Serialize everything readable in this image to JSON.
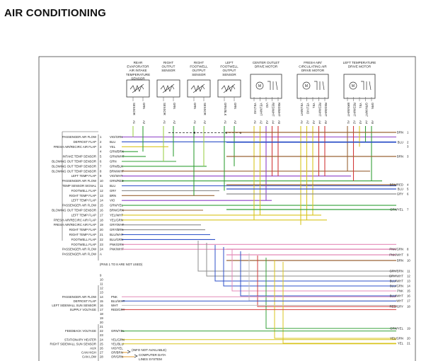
{
  "page": {
    "title": "AIR CONDITIONING"
  },
  "colors": {
    "ORN": "#e39a2d",
    "BLU": "#2f52c8",
    "YEL": "#d9c51f",
    "GRN": "#34a03a",
    "PNK": "#e48bb8",
    "VIO": "#8c40c8",
    "WHT": "#bfbfbf",
    "RED": "#d23a3a",
    "BRN": "#9a6436",
    "GRY": "#8c8c8c",
    "BLK": "#222222",
    "LTGRN": "#9ed24f"
  },
  "components": [
    {
      "id": "rear_evap",
      "label": [
        "REAR",
        "EVAPORATOR",
        "AIR INTAKE",
        "TEMPERATURE",
        "SENSOR"
      ],
      "type": "sensor"
    },
    {
      "id": "right_out",
      "label": [
        "RIGHT",
        "OUTPUT",
        "SENSOR"
      ],
      "type": "sensor"
    },
    {
      "id": "right_foot",
      "label": [
        "RIGHT",
        "FOOTWELL",
        "OUTPUT",
        "SENSOR"
      ],
      "type": "sensor"
    },
    {
      "id": "left_foot",
      "label": [
        "LEFT",
        "FOOTWELL",
        "OUTPUT",
        "SENSOR"
      ],
      "type": "sensor"
    },
    {
      "id": "center_motor",
      "label": [
        "CENTER OUTLET",
        "DRIVE MOTOR"
      ],
      "type": "motor"
    },
    {
      "id": "fresh_motor",
      "label": [
        "FRESH AIR/",
        "CIRCULATING AIR",
        "DRIVE MOTOR"
      ],
      "type": "motor"
    },
    {
      "id": "left_temp_motor",
      "label": [
        "LEFT TEMPERATURE",
        "DRIVE MOTOR"
      ],
      "type": "motor"
    }
  ],
  "pin_labels": [
    {
      "text": "SENSOR",
      "pin": "A1"
    },
    {
      "text": "GRN",
      "pin": "A2"
    },
    {
      "text": "SENSOR",
      "pin": "A1"
    },
    {
      "text": "GRN",
      "pin": "A2"
    },
    {
      "text": "GRN",
      "pin": "A1"
    },
    {
      "text": "SENSOR",
      "pin": "A2"
    },
    {
      "text": "GRN/BLK",
      "pin": "A1"
    },
    {
      "text": "GRN",
      "pin": "A2"
    },
    {
      "text": "YEL/VIO",
      "pin": "A1"
    },
    {
      "text": "YEL/WHT",
      "pin": "A2"
    },
    {
      "text": "VIO",
      "pin": "A3"
    },
    {
      "text": "RED/WHT",
      "pin": "A4"
    },
    {
      "text": "RED/WHT",
      "pin": "A5"
    },
    {
      "text": "YEL/WHT",
      "pin": "A1"
    },
    {
      "text": "YEL/VIO",
      "pin": "A2"
    },
    {
      "text": "YEL",
      "pin": "A3"
    },
    {
      "text": "RED/WHT",
      "pin": "A4"
    },
    {
      "text": "RED/WHT",
      "pin": "A5"
    },
    {
      "text": "BRN/WHT",
      "pin": "A1"
    },
    {
      "text": "RED/WHT",
      "pin": "A2"
    },
    {
      "text": "YEL",
      "pin": "A3"
    },
    {
      "text": "GRN/WHT",
      "pin": "A4"
    },
    {
      "text": "GRN",
      "pin": "A5"
    }
  ],
  "left_rows": [
    {
      "label": "PASSENGER AIR FLOW",
      "pin": "1",
      "wire": "VIO/GRN",
      "color": "VIO"
    },
    {
      "label": "DEFROST FLAP",
      "pin": "2",
      "wire": "BLU",
      "color": "BLU"
    },
    {
      "label": "FRESH AIR/RECIRC AIR FLAP",
      "pin": "3",
      "wire": "YEL",
      "color": "YEL"
    },
    {
      "label": "",
      "pin": "4",
      "wire": "GRN/BRN",
      "color": "GRN"
    },
    {
      "label": "INTAKE TEMP SENSOR",
      "pin": "5",
      "wire": "GRN/WHT",
      "color": "GRN"
    },
    {
      "label": "BLOWING OUT TEMP SENSOR",
      "pin": "6",
      "wire": "GRN",
      "color": "GRN"
    },
    {
      "label": "BLOWING OUT TEMP SENSOR",
      "pin": "7",
      "wire": "GRN/BLK",
      "color": "GRN"
    },
    {
      "label": "BLOWING OUT TEMP SENSOR",
      "pin": "8",
      "wire": "BRN/WHT",
      "color": "BRN"
    },
    {
      "label": "LEFT TEMP FLAP",
      "pin": "9",
      "wire": "VIO/WHT",
      "color": "VIO"
    },
    {
      "label": "PASSENGER AIR FLOW",
      "pin": "10",
      "wire": "GRN/RED",
      "color": "GRN"
    },
    {
      "label": "TEMP SENSOR SIGNAL",
      "pin": "11",
      "wire": "BLU",
      "color": "BLU"
    },
    {
      "label": "FOOTWELL FLAP",
      "pin": "12",
      "wire": "GRY",
      "color": "GRY"
    },
    {
      "label": "RIGHT TEMP FLAP",
      "pin": "13",
      "wire": "BRN",
      "color": "BRN"
    },
    {
      "label": "LEFT TEMP FLAP",
      "pin": "14",
      "wire": "VIO",
      "color": "VIO"
    },
    {
      "label": "PASSENGER AIR FLOW",
      "pin": "15",
      "wire": "GRN/YEL",
      "color": "GRN"
    },
    {
      "label": "BLOWING OUT TEMP SENSOR",
      "pin": "16",
      "wire": "BRN/GRN",
      "color": "BRN"
    },
    {
      "label": "LEFT TEMP FLAP",
      "pin": "17",
      "wire": "YEL/WHT",
      "color": "YEL"
    },
    {
      "label": "FRESH AIR/RECIRC AIR FLAP",
      "pin": "18",
      "wire": "YEL/GRN",
      "color": "YEL"
    },
    {
      "label": "FRESH AIR/RECIRC AIR FLAP",
      "pin": "19",
      "wire": "GRY/WHT",
      "color": "GRY"
    },
    {
      "label": "RIGHT TEMP FLAP",
      "pin": "20",
      "wire": "GRY/BRN",
      "color": "GRY"
    },
    {
      "label": "RIGHT TEMP FLAP",
      "pin": "21",
      "wire": "BLU/WHT",
      "color": "BLU"
    },
    {
      "label": "FOOTWELL FLAP",
      "pin": "22",
      "wire": "BLU/GRN",
      "color": "BLU"
    },
    {
      "label": "FOOTWELL FLAP",
      "pin": "23",
      "wire": "PNK/GRN",
      "color": "PNK"
    },
    {
      "label": "PASSENGER AIR FLOW",
      "pin": "24",
      "wire": "PNK/WHT",
      "color": "PNK"
    },
    {
      "label": "PASSENGER AIR FLOW",
      "pin": "A",
      "wire": "",
      "color": ""
    }
  ],
  "mid_note": "(PINS 1 TO 8 ARE NOT USED)",
  "lower_rows": [
    {
      "label": "",
      "pin": "9",
      "wire": "",
      "color": ""
    },
    {
      "label": "",
      "pin": "10",
      "wire": "",
      "color": ""
    },
    {
      "label": "",
      "pin": "11",
      "wire": "",
      "color": ""
    },
    {
      "label": "",
      "pin": "12",
      "wire": "",
      "color": ""
    },
    {
      "label": "",
      "pin": "13",
      "wire": "",
      "color": ""
    },
    {
      "label": "PASSENGER AIR FLOW",
      "pin": "14",
      "wire": "PNK",
      "color": "PNK"
    },
    {
      "label": "DEFROST FLAP",
      "pin": "15",
      "wire": "BLU/WHT",
      "color": "BLU"
    },
    {
      "label": "LEFT SIDEWALL SUN SENSOR",
      "pin": "16",
      "wire": "WHT",
      "color": "WHT"
    },
    {
      "label": "SUPPLY VOLTAGE",
      "pin": "17",
      "wire": "RED/GRY",
      "color": "RED"
    },
    {
      "label": "",
      "pin": "18",
      "wire": "",
      "color": ""
    },
    {
      "label": "",
      "pin": "19",
      "wire": "",
      "color": ""
    },
    {
      "label": "",
      "pin": "20",
      "wire": "",
      "color": ""
    },
    {
      "label": "",
      "pin": "21",
      "wire": "",
      "color": ""
    },
    {
      "label": "FEEDBACK VOLTAGE",
      "pin": "22",
      "wire": "GRN/YEL",
      "color": "GRN"
    },
    {
      "label": "",
      "pin": "23",
      "wire": "",
      "color": ""
    },
    {
      "label": "STATIONARY HEATER",
      "pin": "24",
      "wire": "YEL/GRN",
      "color": "YEL"
    },
    {
      "label": "RIGHT SIDEWALL SUN SENSOR",
      "pin": "25",
      "wire": "YEL/BLU",
      "color": "YEL"
    },
    {
      "label": "AUX",
      "pin": "26",
      "wire": "VIO/YEL",
      "color": "VIO"
    },
    {
      "label": "CAN HIGH",
      "pin": "27",
      "wire": "OR/BRN",
      "color": "ORN"
    },
    {
      "label": "CAN LOW",
      "pin": "28",
      "wire": "OR/GRN",
      "color": "ORN"
    }
  ],
  "notes": [
    {
      "text": "(INFO NOT AVAILABLE)"
    },
    {
      "text": "COMPUTER DATA"
    },
    {
      "text": "LINES SYSTEM"
    }
  ],
  "right_rows": [
    {
      "wire": "BRN",
      "pin": "1",
      "color": "BRN"
    },
    {
      "wire": "BLU",
      "pin": "2",
      "color": "BLU"
    },
    {
      "wire": "",
      "pin": "3",
      "color": ""
    },
    {
      "wire": "BRN",
      "pin": "3",
      "color": "BRN"
    },
    {
      "wire": "BRN/RED",
      "pin": "4",
      "color": "BRN"
    },
    {
      "wire": "BLU",
      "pin": "5",
      "color": "BLU"
    },
    {
      "wire": "GRY",
      "pin": "6",
      "color": "GRY"
    },
    {
      "wire": "GRN/YEL",
      "pin": "7",
      "color": "GRN"
    },
    {
      "wire": "PNK/GRN",
      "pin": "8",
      "color": "PNK"
    },
    {
      "wire": "PNK/WHT",
      "pin": "9",
      "color": "PNK"
    },
    {
      "wire": "BRN",
      "pin": "10",
      "color": "BRN"
    },
    {
      "wire": "GRY/BRN",
      "pin": "11",
      "color": "GRY"
    },
    {
      "wire": "GRY/WHT",
      "pin": "12",
      "color": "GRY"
    },
    {
      "wire": "BLU/WHT",
      "pin": "13",
      "color": "BLU"
    },
    {
      "wire": "BLU/GRN",
      "pin": "14",
      "color": "BLU"
    },
    {
      "wire": "PNK",
      "pin": "15",
      "color": "PNK"
    },
    {
      "wire": "BLU/WHT",
      "pin": "16",
      "color": "BLU"
    },
    {
      "wire": "WHT",
      "pin": "17",
      "color": "WHT"
    },
    {
      "wire": "RED/GRY",
      "pin": "18",
      "color": "RED"
    },
    {
      "wire": "GRN/YEL",
      "pin": "19",
      "color": "GRN"
    },
    {
      "wire": "YEL/GRN",
      "pin": "20",
      "color": "YEL"
    },
    {
      "wire": "YEL",
      "pin": "21",
      "color": "YEL"
    }
  ]
}
